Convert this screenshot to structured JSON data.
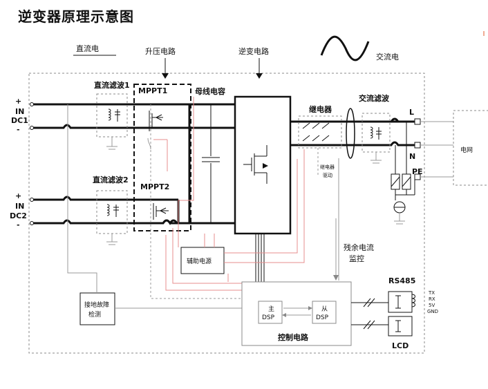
{
  "title": "逆变器原理示意图",
  "labels": {
    "dc": "直流电",
    "boost": "升压电路",
    "inverter": "逆变电路",
    "ac": "交流电",
    "dc_filter1": "直流滤波1",
    "dc_filter2": "直流滤波2",
    "mppt1": "MPPT1",
    "mppt2": "MPPT2",
    "bus_cap": "母线电容",
    "relay": "继电器",
    "relay_drive": [
      "继电器",
      "驱动"
    ],
    "ac_filter": "交流滤波",
    "grid": "电网",
    "L": "L",
    "N": "N",
    "PE": "PE",
    "residual_current": [
      "残余电流",
      "监控"
    ],
    "aux_power": "辅助电源",
    "ground_fault": [
      "接地故障",
      "检测"
    ],
    "master_dsp": [
      "主",
      "DSP"
    ],
    "slave_dsp": [
      "从",
      "DSP"
    ],
    "control_circuit": "控制电路",
    "rs485": "RS485",
    "rs485_pins": [
      "TX",
      "RX",
      "5V",
      "GND"
    ],
    "lcd": "LCD",
    "dc1": [
      "+",
      "IN",
      "DC1",
      "-"
    ],
    "dc2": [
      "+",
      "IN",
      "DC2",
      "-"
    ]
  }
}
